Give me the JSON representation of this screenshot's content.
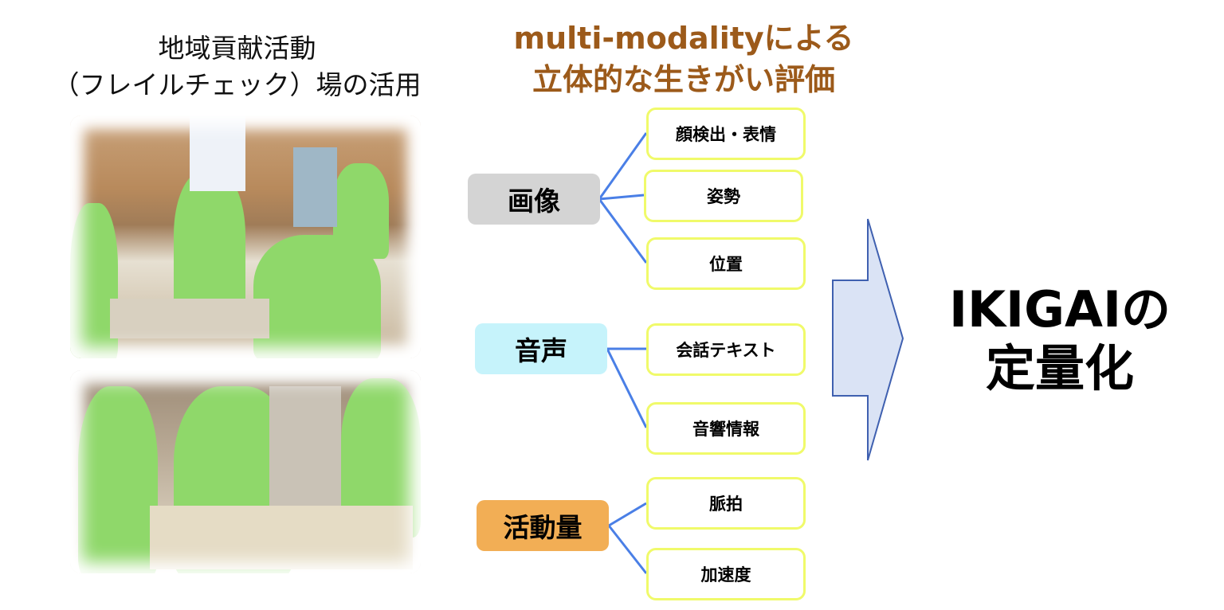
{
  "left_title": {
    "line1": "地域貢献活動",
    "line2": "（フレイルチェック）場の活用"
  },
  "heading": {
    "line1": "multi-modalityによる",
    "line2": "立体的な生きがい評価"
  },
  "categories": [
    {
      "label": "画像",
      "color": "#d4d4d4",
      "items": [
        "顔検出・表情",
        "姿勢",
        "位置"
      ]
    },
    {
      "label": "音声",
      "color": "#c6f3fb",
      "items": [
        "会話テキスト",
        "音響情報"
      ]
    },
    {
      "label": "活動量",
      "color": "#f2ae55",
      "items": [
        "脈拍",
        "加速度"
      ]
    }
  ],
  "result": {
    "line1": "IKIGAIの",
    "line2": "定量化"
  },
  "colors": {
    "heading": "#9c5a1a",
    "connector": "#4a7fe6",
    "leaf_border": "#f0fa6a",
    "arrow_fill": "#dae3f5",
    "arrow_stroke": "#3f60b0"
  }
}
